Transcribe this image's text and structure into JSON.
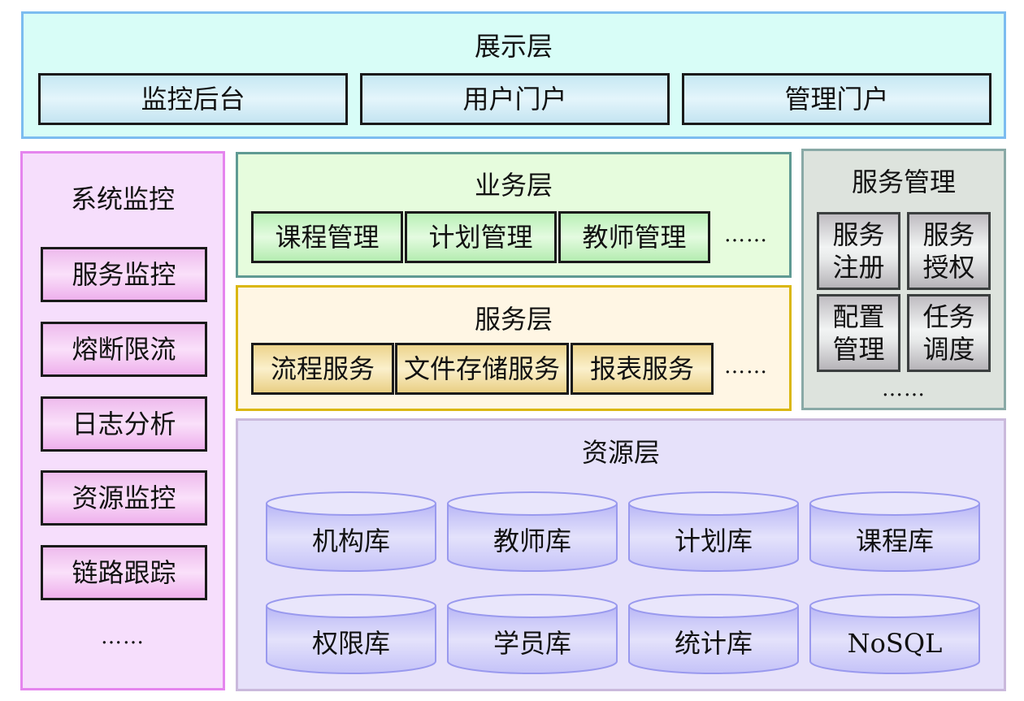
{
  "presentation_layer": {
    "title": "展示层",
    "items": [
      "监控后台",
      "用户门户",
      "管理门户"
    ]
  },
  "system_monitoring": {
    "title": "系统监控",
    "items": [
      "服务监控",
      "熔断限流",
      "日志分析",
      "资源监控",
      "链路跟踪"
    ],
    "more": "……"
  },
  "business_layer": {
    "title": "业务层",
    "items": [
      "课程管理",
      "计划管理",
      "教师管理"
    ],
    "more": "……"
  },
  "service_layer": {
    "title": "服务层",
    "items": [
      "流程服务",
      "文件存储服务",
      "报表服务"
    ],
    "more": "……"
  },
  "service_management": {
    "title": "服务管理",
    "items": [
      {
        "line1": "服务",
        "line2": "注册"
      },
      {
        "line1": "服务",
        "line2": "授权"
      },
      {
        "line1": "配置",
        "line2": "管理"
      },
      {
        "line1": "任务",
        "line2": "调度"
      }
    ],
    "more": "……"
  },
  "resource_layer": {
    "title": "资源层",
    "databases": [
      "机构库",
      "教师库",
      "计划库",
      "课程库",
      "权限库",
      "学员库",
      "统计库",
      "NoSQL"
    ]
  },
  "colors": {
    "presentation_bg": "#d8fdf7",
    "presentation_border": "#7cbcf0",
    "monitoring_bg": "#f6defc",
    "monitoring_border": "#e585ee",
    "business_bg": "#e6fcdd",
    "business_border": "#5f9a93",
    "service_bg": "#fff6e4",
    "service_border": "#dab70f",
    "management_bg": "#dde3dd",
    "management_border": "#89a9a6",
    "resource_bg": "#e6e1fa",
    "resource_border": "#cab9dc",
    "database_fill": "#b8b6f6",
    "database_stroke": "#9999ee"
  }
}
